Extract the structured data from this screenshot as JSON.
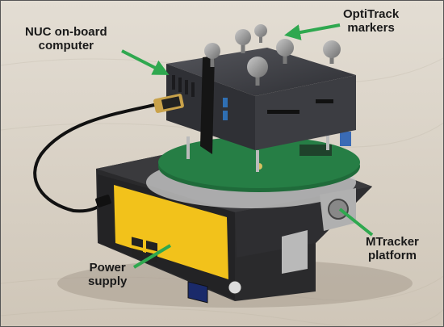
{
  "figure": {
    "callouts": [
      {
        "id": "nuc",
        "line1": "NUC on-board",
        "line2": "computer",
        "pointer": "arrow"
      },
      {
        "id": "optitrack",
        "line1": "OptiTrack",
        "line2": "markers",
        "pointer": "arrow"
      },
      {
        "id": "power",
        "line1": "Power",
        "line2": "supply",
        "pointer": "line"
      },
      {
        "id": "mtracker",
        "line1": "MTracker",
        "line2": "platform",
        "pointer": "line"
      }
    ],
    "colors": {
      "arrow": "#2fa84f",
      "floor": "#d8d0c4",
      "battery_body": "#2a2a2c",
      "battery_panel": "#f2c21b",
      "pcb": "#1f6b3a",
      "nuc_case": "#3c3d42",
      "markers": "#9a9a9a"
    }
  }
}
